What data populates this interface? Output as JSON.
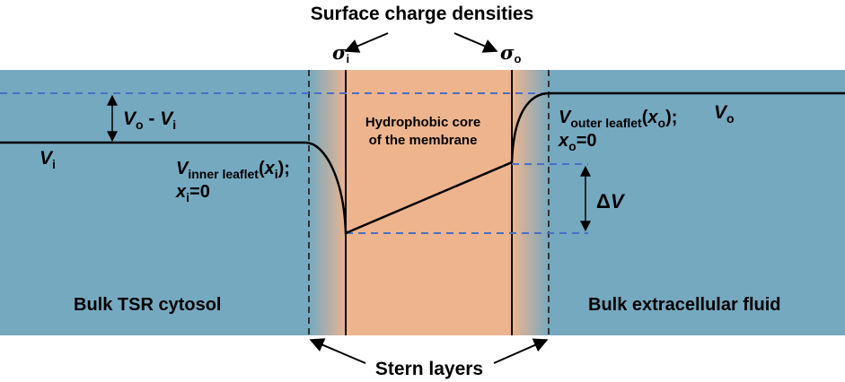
{
  "title": "Surface charge densities",
  "sigma_inner": {
    "symbol": "σ",
    "sub": "i"
  },
  "sigma_outer": {
    "symbol": "σ",
    "sub": "o"
  },
  "core_label": {
    "line1": "Hydrophobic core",
    "line2": "of the membrane"
  },
  "region_left": "Bulk TSR cytosol",
  "region_right": "Bulk extracellular fluid",
  "stern_label": "Stern layers",
  "vo_minus_vi": {
    "v1": "V",
    "s1": "o",
    "mid": " - ",
    "v2": "V",
    "s2": "i"
  },
  "v_i": {
    "v": "V",
    "s": "i"
  },
  "v_o": {
    "v": "V",
    "s": "o"
  },
  "v_inner": {
    "v": "V",
    "s": "inner leaflet",
    "open": "(",
    "x": "x",
    "xs": "i",
    "close": ");"
  },
  "x_i_zero": {
    "x": "x",
    "s": "i",
    "eq": "=0"
  },
  "v_outer": {
    "v": "V",
    "s": "outer leaflet",
    "open": "(",
    "x": "x",
    "xs": "o",
    "close": ");"
  },
  "x_o_zero": {
    "x": "x",
    "s": "o",
    "eq": "=0"
  },
  "delta_v": {
    "d": "Δ",
    "v": "V"
  },
  "colors": {
    "bulk": "#75a9c0",
    "core": "#eeb48e",
    "dashed_line": "#4a6fc4",
    "border": "#333333",
    "curve": "#000000"
  }
}
